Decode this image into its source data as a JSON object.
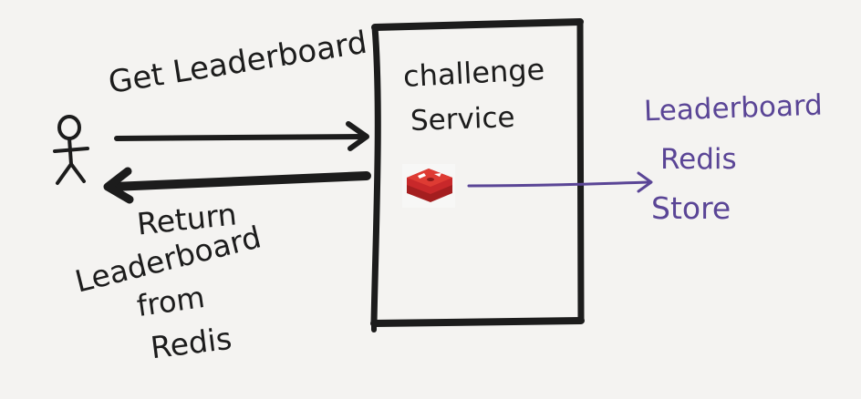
{
  "diagram": {
    "service_box": {
      "label_line1": "challenge",
      "label_line2": "Service"
    },
    "request_arrow": {
      "label": "Get Leaderboard"
    },
    "response_arrow": {
      "label_lines": [
        "Return",
        "Leaderboard",
        "from",
        "Redis"
      ]
    },
    "store": {
      "label_lines": [
        "Leaderboard",
        "Redis",
        "Store"
      ]
    },
    "icons": {
      "user": "stick-figure-icon",
      "cache": "redis-logo-icon"
    },
    "colors": {
      "ink": "#1c1c1c",
      "store_ink": "#5a4596",
      "redis_red": "#c8282a",
      "background": "#f4f3f1"
    }
  }
}
